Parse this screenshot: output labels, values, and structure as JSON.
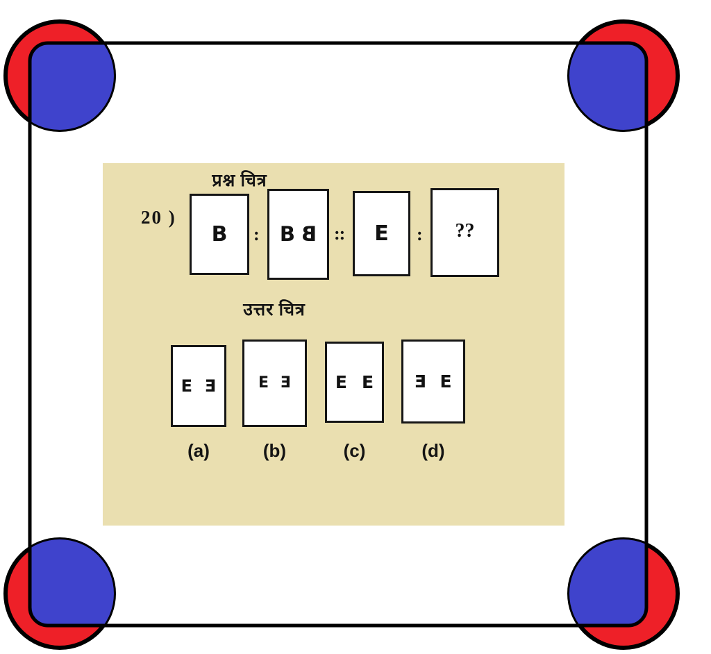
{
  "theme": {
    "page_background": "#ffffff",
    "panel_background": "#EADFB0",
    "frame_stroke": "#000000",
    "corner_circle_color": "#EE2028",
    "corner_square_color": "#3F43CC",
    "figure_box_background": "#ffffff",
    "figure_box_border": "#161616",
    "text_color": "#141414"
  },
  "decorations": {
    "frame_name": "rounded-rectangle-frame",
    "corners": [
      {
        "name": "corner-decoration-top-left",
        "position": "top-left"
      },
      {
        "name": "corner-decoration-top-right",
        "position": "top-right"
      },
      {
        "name": "corner-decoration-bottom-left",
        "position": "bottom-left"
      },
      {
        "name": "corner-decoration-bottom-right",
        "position": "bottom-right"
      }
    ]
  },
  "question": {
    "number": "20 )",
    "heading": "प्रश्न  चित्र",
    "separators": [
      ":",
      "::",
      ":"
    ],
    "figures": [
      {
        "name": "question-figure-1",
        "glyphs": [
          {
            "char": "B",
            "mirrored": false
          }
        ]
      },
      {
        "name": "question-figure-2",
        "glyphs": [
          {
            "char": "B",
            "mirrored": false
          },
          {
            "char": "B",
            "mirrored": true
          }
        ]
      },
      {
        "name": "question-figure-3",
        "glyphs": [
          {
            "char": "E",
            "mirrored": false
          }
        ]
      },
      {
        "name": "question-figure-4",
        "glyphs": [
          {
            "char": "??",
            "mirrored": false
          }
        ]
      }
    ]
  },
  "answers": {
    "heading": "उत्तर  चित्र",
    "options": [
      {
        "label": "(a)",
        "name": "answer-option-a",
        "glyphs": [
          {
            "char": "E",
            "mirrored": false
          },
          {
            "char": "E",
            "mirrored": true
          }
        ]
      },
      {
        "label": "(b)",
        "name": "answer-option-b",
        "glyphs": [
          {
            "char": "E",
            "mirrored": false
          },
          {
            "char": "E",
            "mirrored": true
          }
        ]
      },
      {
        "label": "(c)",
        "name": "answer-option-c",
        "glyphs": [
          {
            "char": "E",
            "mirrored": false
          },
          {
            "char": "E",
            "mirrored": false
          }
        ]
      },
      {
        "label": "(d)",
        "name": "answer-option-d",
        "glyphs": [
          {
            "char": "E",
            "mirrored": true
          },
          {
            "char": "E",
            "mirrored": false
          }
        ]
      }
    ]
  }
}
